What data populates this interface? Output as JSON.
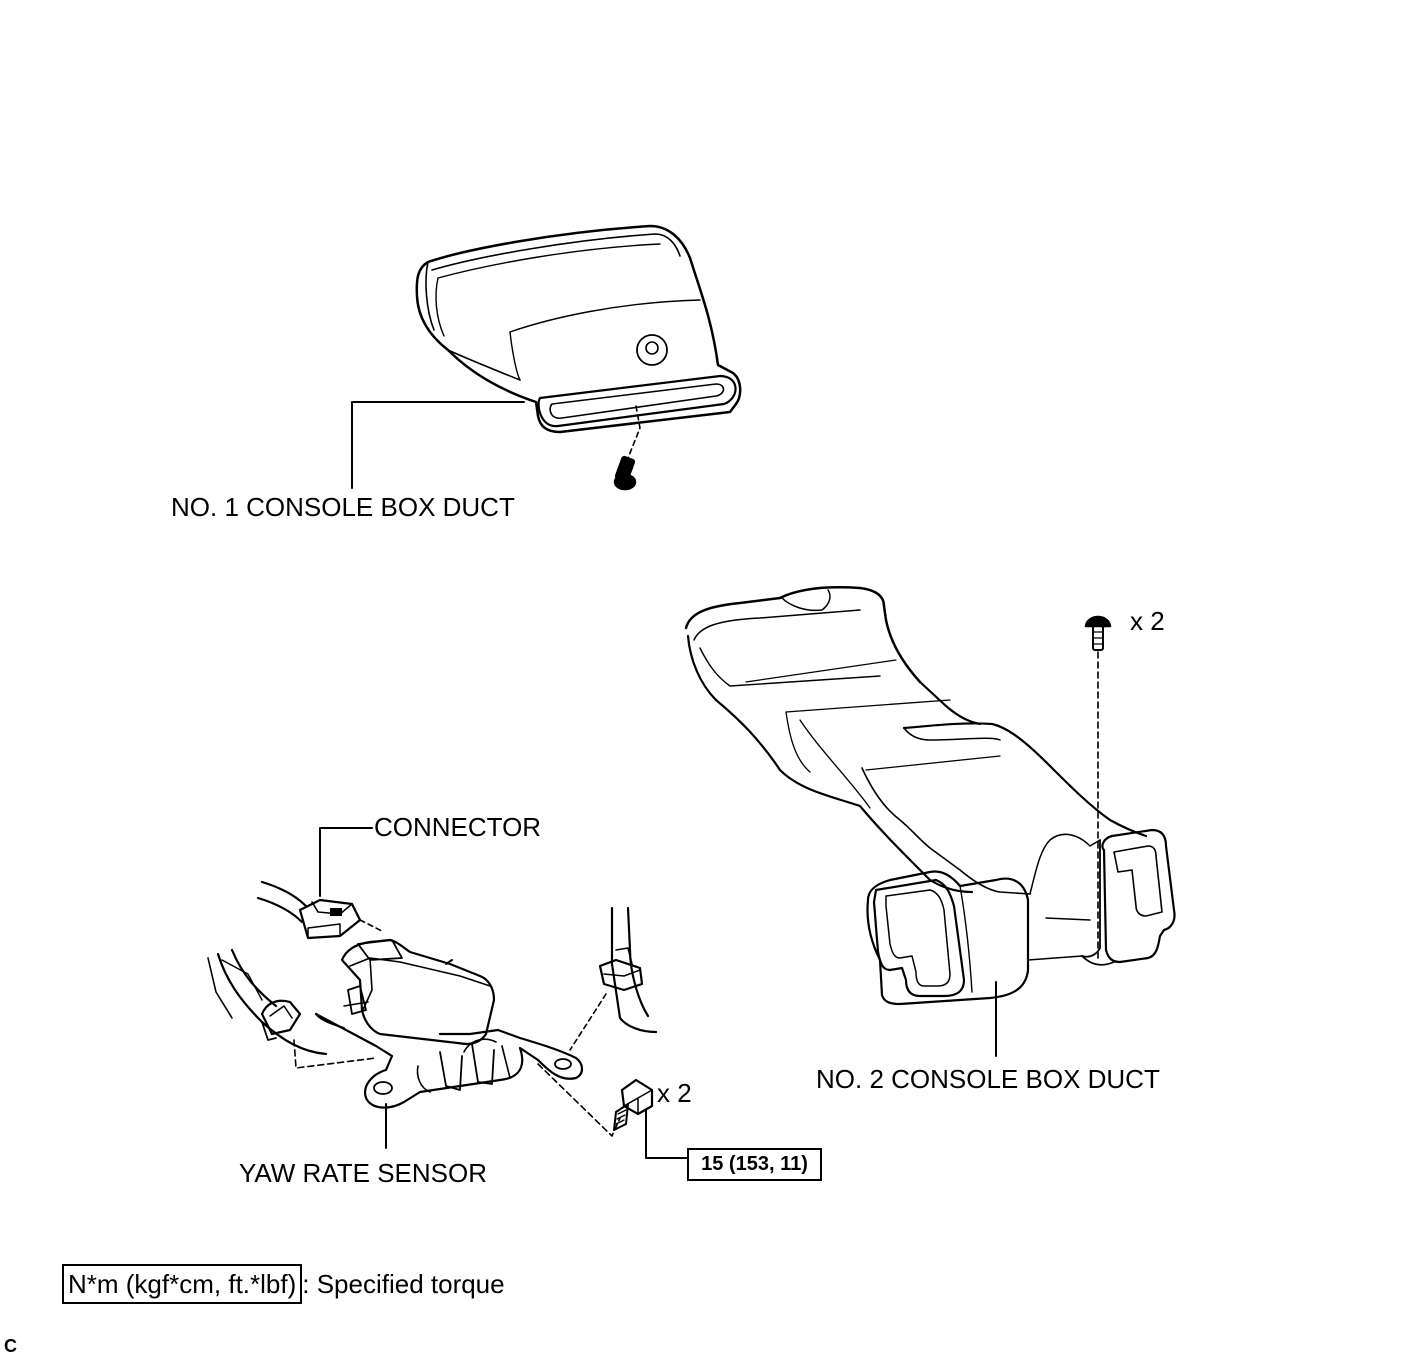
{
  "labels": {
    "duct1": "NO. 1 CONSOLE BOX DUCT",
    "duct2": "NO. 2 CONSOLE BOX DUCT",
    "connector": "CONNECTOR",
    "sensor": "YAW RATE SENSOR",
    "clip_qty": "x 2",
    "bolt_qty": "x 2"
  },
  "torque": {
    "bolt_spec": "15 (153, 11)"
  },
  "legend": {
    "unit_box": "N*m (kgf*cm, ft.*lbf)",
    "description": ": Specified torque"
  },
  "corner_code": "C"
}
